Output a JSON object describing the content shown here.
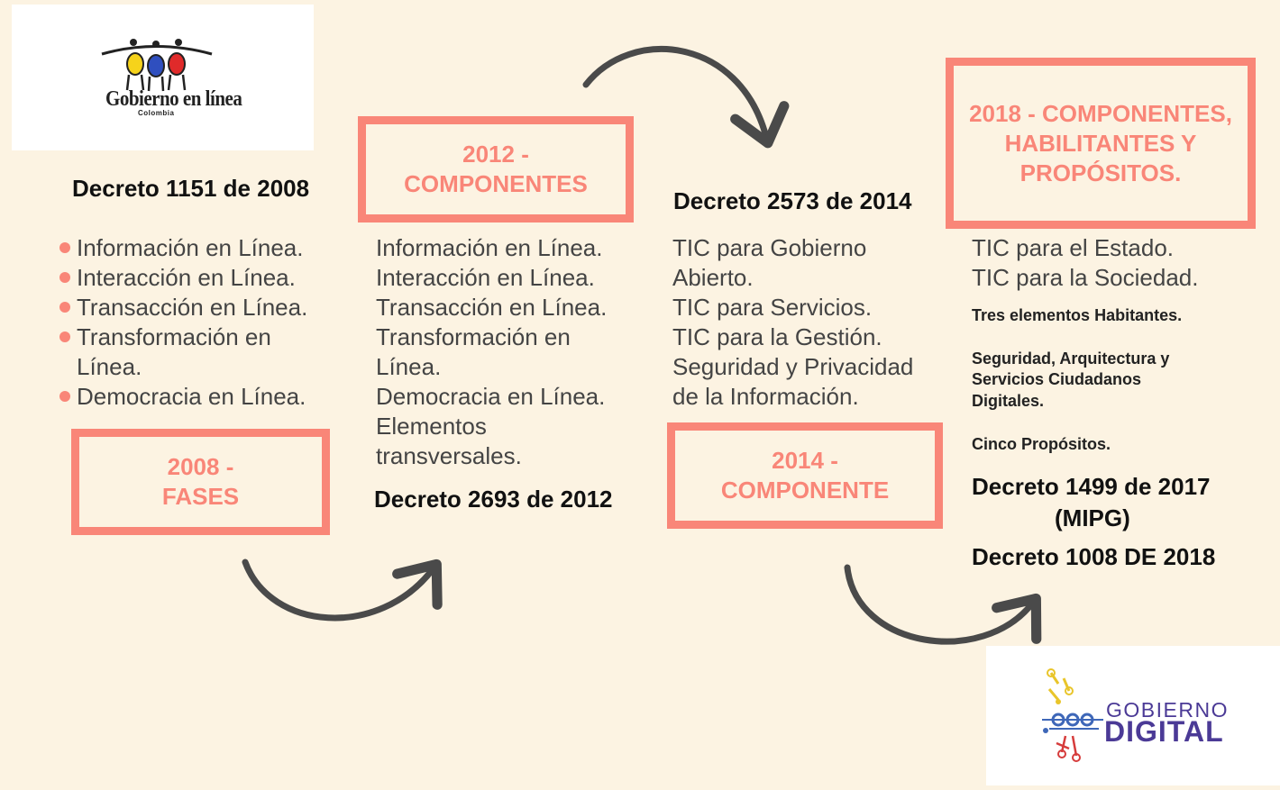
{
  "logos": {
    "top_left": {
      "name": "Gobierno en línea",
      "text": "Gobierno en línea",
      "subtext": "Colombia"
    },
    "bottom_right": {
      "line1": "GOBIERNO",
      "line2": "DIGITAL"
    }
  },
  "stages": {
    "s2008": {
      "title_line1": "2008 -",
      "title_line2": "FASES",
      "decree": "Decreto 1151 de 2008",
      "items": [
        "Información en Línea.",
        "Interacción en Línea.",
        "Transacción en Línea.",
        "Transformación en",
        "Línea.",
        "Democracia en Línea."
      ]
    },
    "s2012": {
      "title_line1": "2012 -",
      "title_line2": "COMPONENTES",
      "decree": "Decreto 2693 de 2012",
      "items": [
        "Información en Línea.",
        "Interacción en Línea.",
        "Transacción en Línea.",
        "Transformación en",
        "Línea.",
        "Democracia en Línea.",
        "Elementos",
        "transversales."
      ]
    },
    "s2014": {
      "title_line1": "2014 -",
      "title_line2": "COMPONENTE",
      "decree": "Decreto 2573 de 2014",
      "items": [
        "TIC para Gobierno",
        "Abierto.",
        "TIC para Servicios.",
        "TIC para la Gestión.",
        "Seguridad y Privacidad",
        "de la Información."
      ]
    },
    "s2018": {
      "title_line1": "2018 - COMPONENTES,",
      "title_line2": "HABILITANTES Y",
      "title_line3": "PROPÓSITOS.",
      "items": [
        "TIC para el Estado.",
        "TIC para la Sociedad."
      ],
      "habilitantes_heading": "Tres elementos Habitantes.",
      "habilitantes_line1": "Seguridad, Arquitectura y",
      "habilitantes_line2": "Servicios Ciudadanos",
      "habilitantes_line3": "Digitales.",
      "propositos": "Cinco Propósitos.",
      "decree1_line1": "Decreto 1499 de 2017",
      "decree1_line2": "(MIPG)",
      "decree2": "Decreto 1008 DE 2018"
    }
  },
  "colors": {
    "background": "#fcf3e2",
    "accent": "#f98678",
    "arrow": "#4a4a4a",
    "brand_purple": "#4b3a96"
  }
}
